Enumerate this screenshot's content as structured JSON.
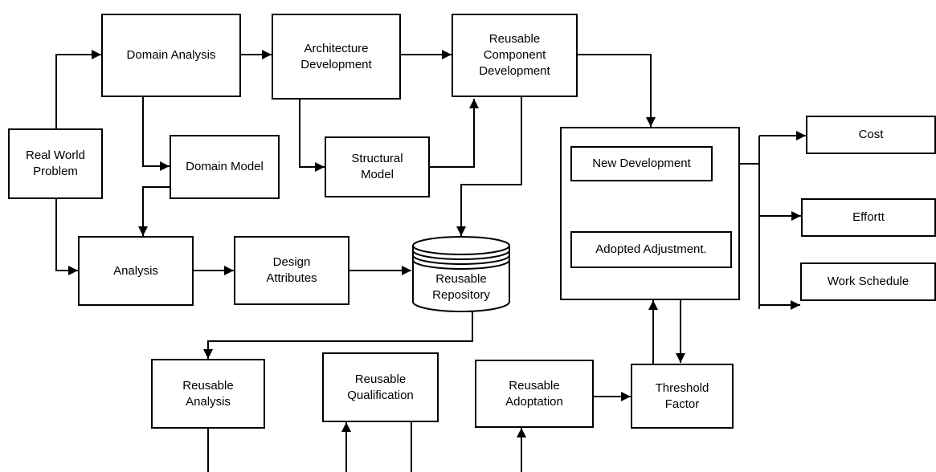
{
  "nodes": {
    "domain_analysis": "Domain Analysis",
    "architecture_development": "Architecture\nDevelopment",
    "reusable_component_development": "Reusable\nComponent\nDevelopment",
    "real_world_problem": "Real World\nProblem",
    "domain_model": "Domain Model",
    "structural_model": "Structural\nModel",
    "analysis": "Analysis",
    "design_attributes": "Design\nAttributes",
    "reusable_repository": "Reusable\nRepository",
    "new_development": "New Development",
    "adopted_adjustment": "Adopted Adjustment.",
    "cost": "Cost",
    "effort": "Effortt",
    "work_schedule": "Work Schedule",
    "reusable_analysis": "Reusable\nAnalysis",
    "reusable_qualification": "Reusable\nQualification",
    "reusable_adoptation": "Reusable\nAdoptation",
    "threshold_factor": "Threshold\nFactor"
  }
}
